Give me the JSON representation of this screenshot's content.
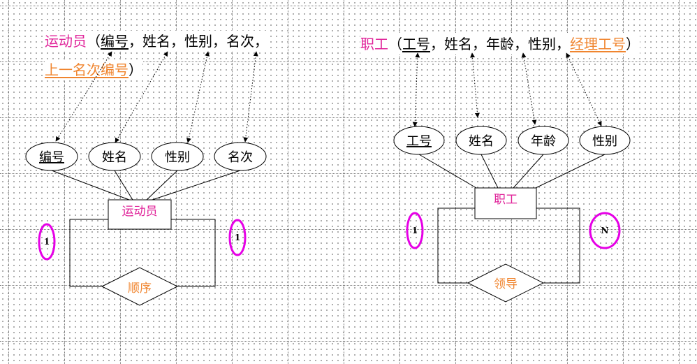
{
  "left": {
    "schema": {
      "entity": "运动员",
      "open": "（",
      "pk": "编号",
      "sep1": "，",
      "a1": "姓名",
      "sep2": "，",
      "a2": "性别",
      "sep3": "，",
      "a3": "名次",
      "sep4": "，",
      "fk": "上一名次编号",
      "close": "）"
    },
    "attributes": [
      "编号",
      "姓名",
      "性别",
      "名次"
    ],
    "entity_label": "运动员",
    "relationship_label": "顺序",
    "cardinality_left": "1",
    "cardinality_right": "1"
  },
  "right": {
    "schema": {
      "entity": "职工",
      "open": "（",
      "pk": "工号",
      "sep1": "，",
      "a1": "姓名",
      "sep2": "，",
      "a2": "年龄",
      "sep3": "，",
      "a3": "性别",
      "sep4": "，",
      "fk": "经理工号",
      "close": "）"
    },
    "attributes": [
      "工号",
      "姓名",
      "年龄",
      "性别"
    ],
    "entity_label": "职工",
    "relationship_label": "领导",
    "cardinality_left": "1",
    "cardinality_right": "N"
  },
  "colors": {
    "entity": "#e0249a",
    "relationship": "#f0852f",
    "cardinality_circle": "#e600e6"
  }
}
